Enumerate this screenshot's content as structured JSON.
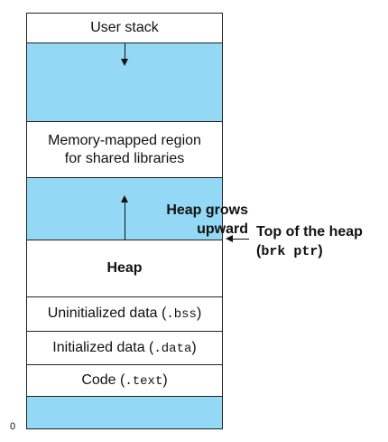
{
  "segments": [
    {
      "id": "user-stack",
      "label": "User stack",
      "fill": "#ffffff"
    },
    {
      "id": "stack-gap",
      "label": "",
      "fill": "#93d8f4"
    },
    {
      "id": "shared-libraries",
      "line1": "Memory-mapped region",
      "line2": "for shared libraries",
      "fill": "#ffffff"
    },
    {
      "id": "heap-gap",
      "label": "",
      "fill": "#93d8f4"
    },
    {
      "id": "heap",
      "label": "Heap",
      "fill": "#ffffff"
    },
    {
      "id": "bss",
      "text": "Uninitialized data (",
      "code": ".bss",
      "close": ")",
      "fill": "#ffffff"
    },
    {
      "id": "data",
      "text": "Initialized data (",
      "code": ".data",
      "close": ")",
      "fill": "#ffffff"
    },
    {
      "id": "code",
      "text": "Code (",
      "code": ".text",
      "close": ")",
      "fill": "#ffffff"
    },
    {
      "id": "bottom-gap",
      "label": "",
      "fill": "#93d8f4"
    }
  ],
  "annotations": {
    "heap_grows_line1": "Heap grows",
    "heap_grows_line2": "upward",
    "top_of_heap": "Top of the heap",
    "brk_open": "(",
    "brk_ptr": "brk ptr",
    "brk_close": ")"
  },
  "address_zero": "0",
  "colors": {
    "free_region": "#93d8f4",
    "used_region": "#ffffff",
    "outline": "#222222"
  }
}
